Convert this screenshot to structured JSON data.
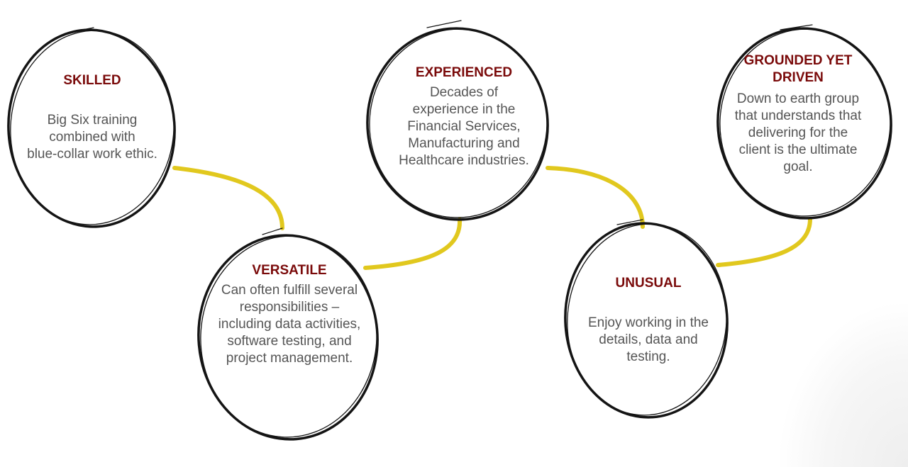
{
  "diagram": {
    "nodes": [
      {
        "id": "skilled",
        "title": "SKILLED",
        "lines": [
          "Big Six training",
          "combined with",
          "blue-collar work ethic."
        ]
      },
      {
        "id": "versatile",
        "title": "VERSATILE",
        "lines": [
          "Can often fulfill several",
          "responsibilities –",
          "including data activities,",
          "software testing, and",
          "project management."
        ]
      },
      {
        "id": "experienced",
        "title": "EXPERIENCED",
        "lines": [
          "Decades of",
          "experience in the",
          "Financial Services,",
          "Manufacturing and",
          "Healthcare industries."
        ]
      },
      {
        "id": "unusual",
        "title": "UNUSUAL",
        "lines": [
          "Enjoy working in the",
          "details, data and",
          "testing."
        ]
      },
      {
        "id": "grounded",
        "title_lines": [
          "GROUNDED YET",
          "DRIVEN"
        ],
        "lines": [
          "Down to earth group",
          "that understands that",
          "delivering for the",
          "client is the ultimate",
          "goal."
        ]
      }
    ],
    "colors": {
      "title": "#7a0a0a",
      "body": "#555555",
      "circle_stroke": "#141414",
      "connector": "#e1c81e"
    }
  }
}
